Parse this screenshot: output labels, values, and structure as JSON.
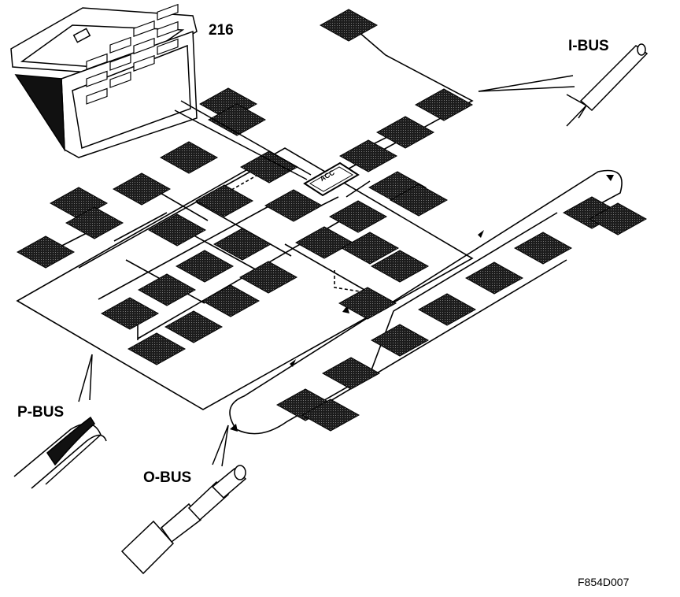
{
  "labels": {
    "part_number": "216",
    "i_bus": "I-BUS",
    "p_bus": "P-BUS",
    "o_bus": "O-BUS",
    "acc": "ACC",
    "figure_id": "F854D007"
  },
  "colors": {
    "line": "#000000",
    "module_fill": "#1c1c1c",
    "module_hatch": "#6a6a6a",
    "background": "#ffffff"
  }
}
